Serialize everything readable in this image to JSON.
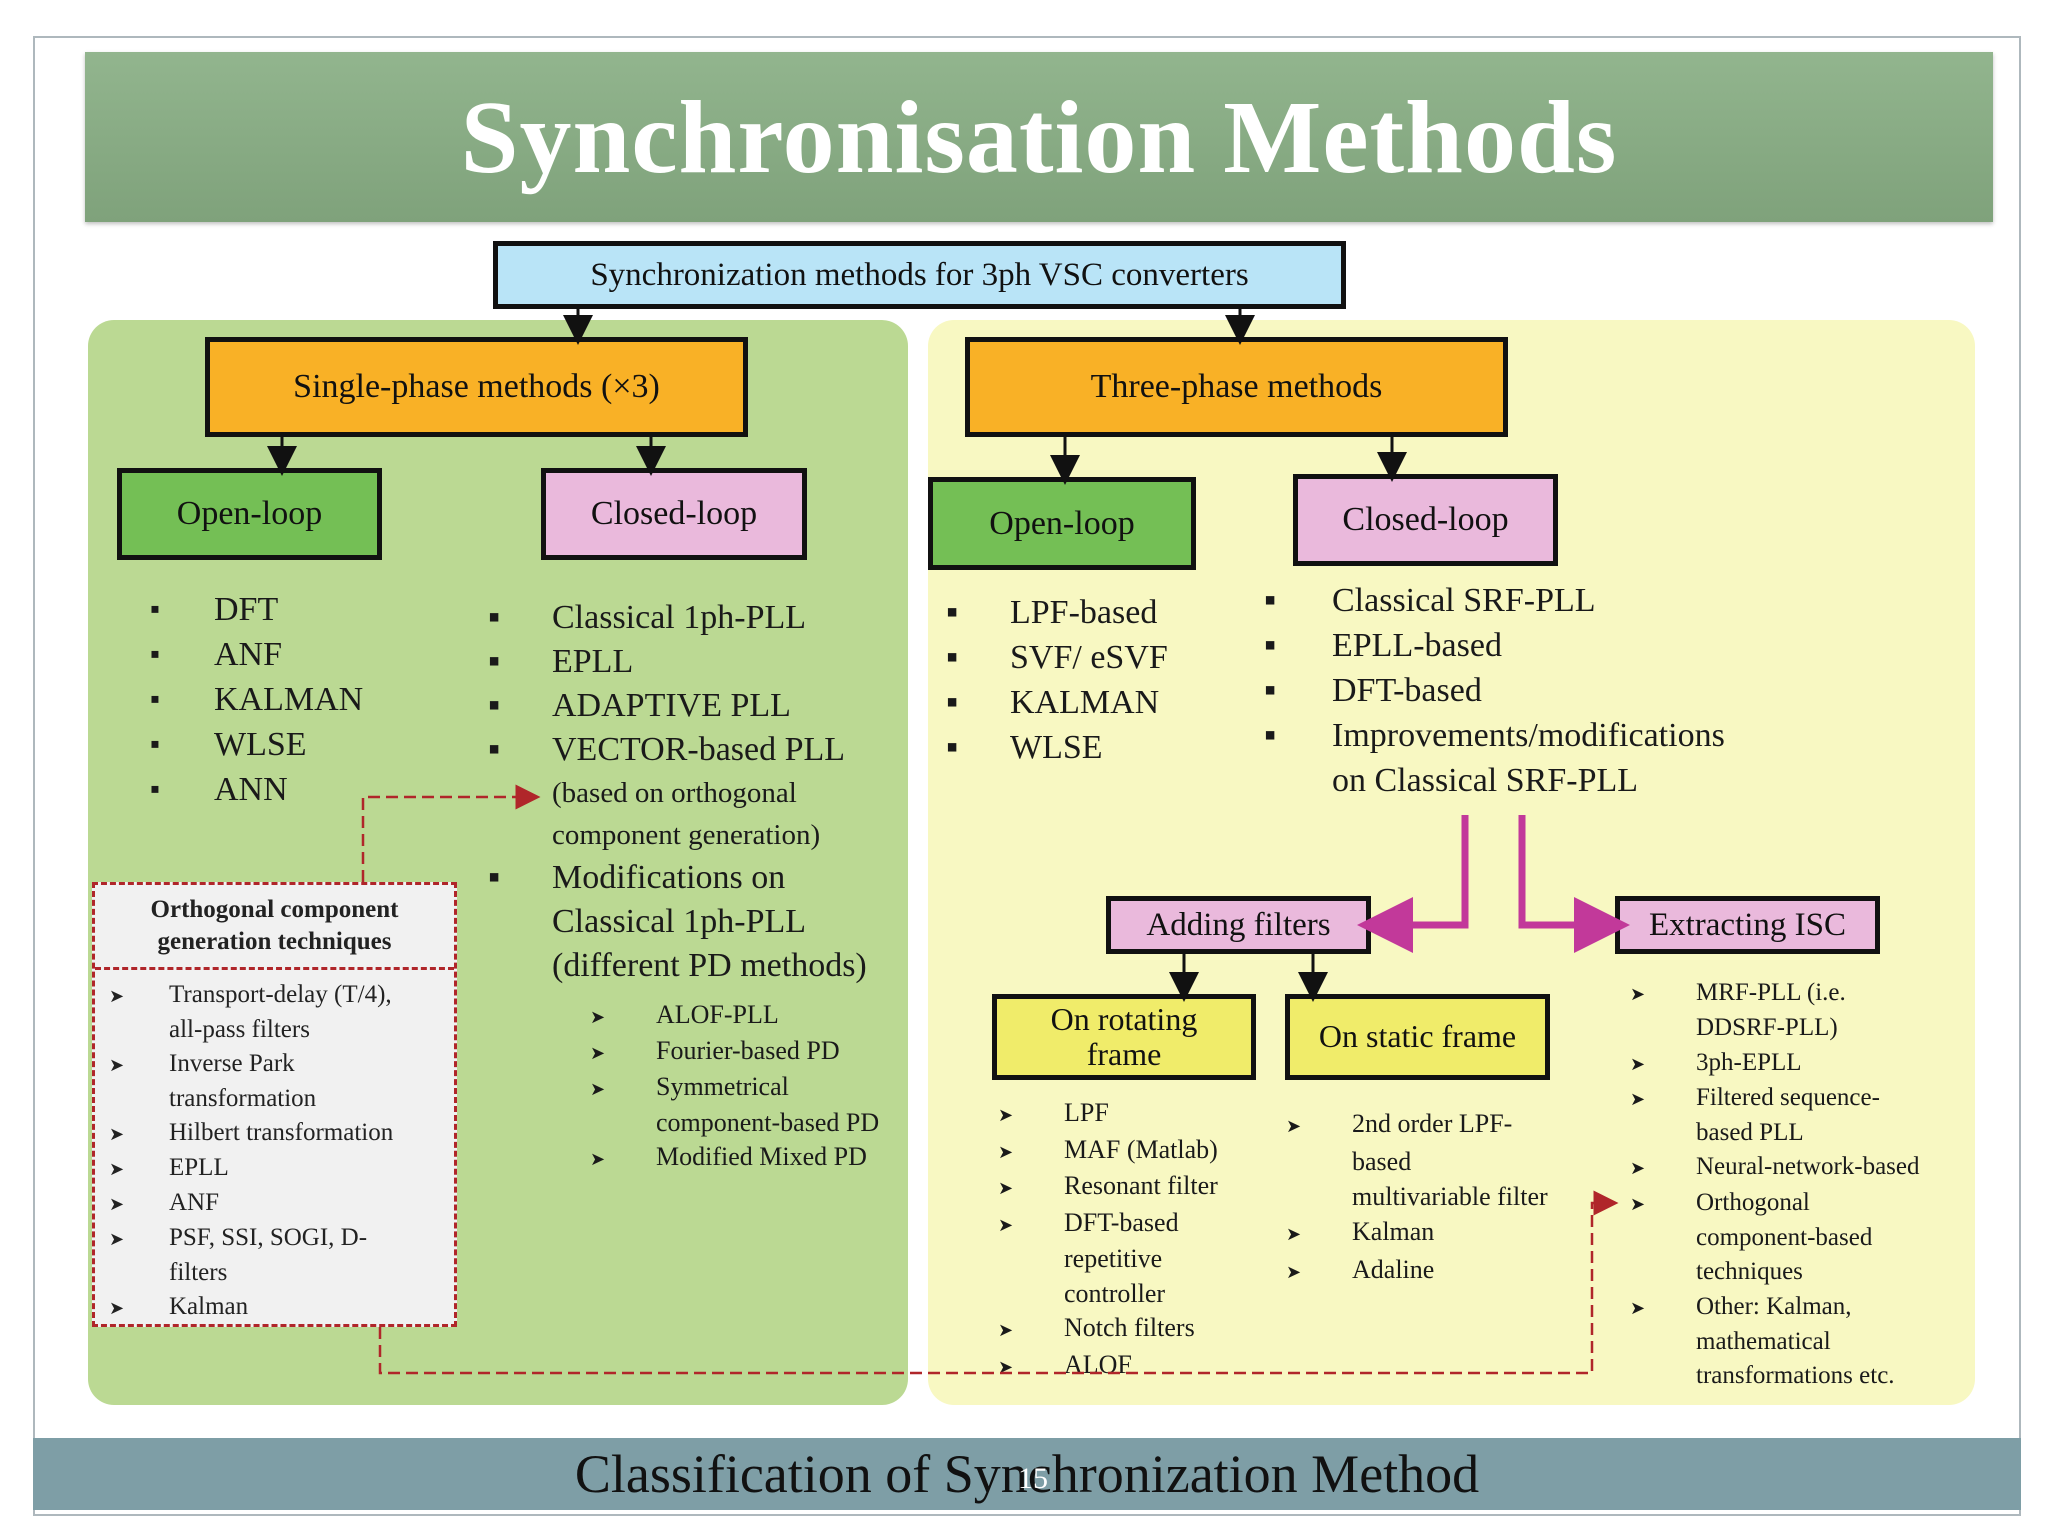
{
  "slide_title": "Synchronisation Methods",
  "root_label": "Synchronization methods for 3ph VSC converters",
  "single_phase": {
    "label": "Single-phase methods (×3)",
    "open_loop": {
      "label": "Open-loop",
      "items": [
        "DFT",
        "ANF",
        "KALMAN",
        "WLSE",
        "ANN"
      ]
    },
    "closed_loop": {
      "label": "Closed-loop",
      "items": [
        "Classical 1ph-PLL",
        "EPLL",
        "ADAPTIVE PLL",
        "VECTOR-based PLL",
        "Modifications on"
      ],
      "vector_note_1": "(based on orthogonal",
      "vector_note_2": "component generation)",
      "mod_line_2": "Classical 1ph-PLL",
      "mod_line_3": "(different PD methods)",
      "sub_items": [
        "ALOF-PLL",
        "Fourier-based PD",
        "Symmetrical",
        "Modified Mixed PD"
      ],
      "sub_item_3_cont": "component-based PD"
    }
  },
  "orthogonal": {
    "title_1": "Orthogonal component",
    "title_2": "generation techniques",
    "items": [
      "Transport-delay (T/4),",
      "Inverse Park",
      "Hilbert transformation",
      "EPLL",
      "ANF",
      "PSF, SSI, SOGI, D-",
      "Kalman"
    ],
    "item_1_cont": "all-pass filters",
    "item_2_cont": "transformation",
    "item_6_cont": "filters"
  },
  "three_phase": {
    "label": "Three-phase methods",
    "open_loop": {
      "label": "Open-loop",
      "items": [
        "LPF-based",
        "SVF/ eSVF",
        "KALMAN",
        "WLSE"
      ]
    },
    "closed_loop": {
      "label": "Closed-loop",
      "items": [
        "Classical SRF-PLL",
        "EPLL-based",
        "DFT-based",
        "Improvements/modifications"
      ],
      "item_4_cont": "on Classical SRF-PLL"
    },
    "adding_filters": {
      "label": "Adding filters",
      "rotating_1": "On rotating",
      "rotating_2": "frame",
      "static": "On static frame",
      "rotating_items": [
        "LPF",
        "MAF (Matlab)",
        "Resonant filter",
        "DFT-based",
        "Notch filters",
        "ALOF"
      ],
      "rotating_cont_1": "repetitive",
      "rotating_cont_2": "controller",
      "static_items": [
        "2nd order LPF-",
        "Kalman",
        "Adaline"
      ],
      "static_cont_1": "based",
      "static_cont_2": "multivariable filter"
    },
    "extracting_isc": {
      "label": "Extracting ISC",
      "items": [
        "MRF-PLL (i.e.",
        "3ph-EPLL",
        "Filtered sequence-",
        "Neural-network-based",
        "Orthogonal",
        "Other: Kalman,"
      ],
      "item_1_cont": "DDSRF-PLL)",
      "item_3_cont": "based PLL",
      "item_5_cont_1": "component-based",
      "item_5_cont_2": "techniques",
      "item_6_cont_1": "mathematical",
      "item_6_cont_2": "transformations etc."
    }
  },
  "caption": "Classification of Synchronization Method",
  "page_number": "15",
  "colors": {
    "title_band": "#87a983",
    "root_box": "#b9e4f7",
    "method_box": "#f9b126",
    "open_loop_box": "#74bf55",
    "closed_loop_box": "#eab9dc",
    "frame_box": "#f0ec6a",
    "left_panel": "#bbd993",
    "right_panel": "#f8f8c2",
    "dashed_link": "#b0262a",
    "magenta_arrow": "#c2399a",
    "footer": "#7e9ea6"
  }
}
